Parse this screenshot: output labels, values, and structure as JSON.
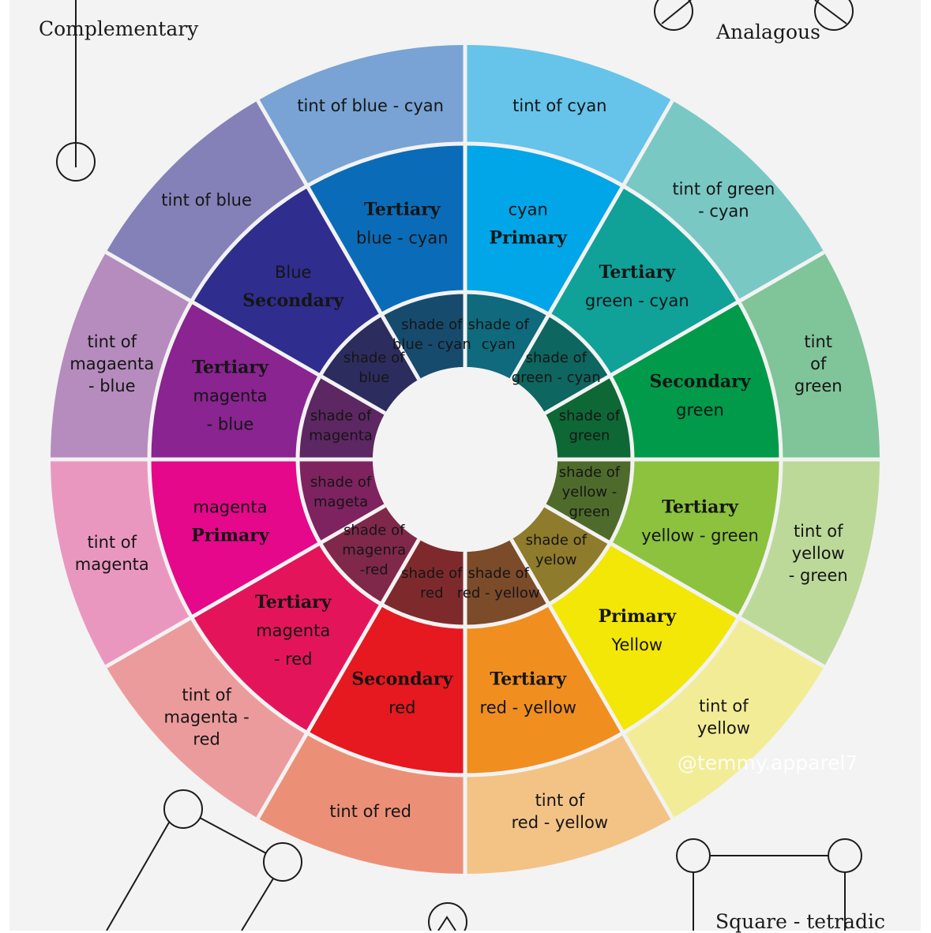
{
  "corner_labels": {
    "complementary": "Complementary",
    "analagous": "Analagous",
    "square_tetradic": "Square - tetradic"
  },
  "watermark": "@temmy.apparel7",
  "colors": {
    "background": "#f3f3f3",
    "separator": "#f2f2f2",
    "hub": "#f3f3f3",
    "line": "#1b1b1b"
  },
  "wheel": {
    "outer_ring": [
      {
        "lines": [
          "tint of cyan"
        ],
        "color": "#66c3ea"
      },
      {
        "lines": [
          "tint of green",
          "- cyan"
        ],
        "color": "#7ac8c4"
      },
      {
        "lines": [
          "tint",
          "of",
          "green"
        ],
        "color": "#80c49a"
      },
      {
        "lines": [
          "tint of",
          "yellow",
          "- green"
        ],
        "color": "#bcd99a"
      },
      {
        "lines": [
          "tint of",
          "yellow"
        ],
        "color": "#f2ec96"
      },
      {
        "lines": [
          "tint of",
          "red - yellow"
        ],
        "color": "#f3c386"
      },
      {
        "lines": [
          "tint of red"
        ],
        "color": "#eb9077"
      },
      {
        "lines": [
          "tint of",
          "magenta -",
          "red"
        ],
        "color": "#ec9b9c"
      },
      {
        "lines": [
          "tint of",
          "magenta"
        ],
        "color": "#ea97bf"
      },
      {
        "lines": [
          "tint of",
          "magaenta",
          "- blue"
        ],
        "color": "#b58cbd"
      },
      {
        "lines": [
          "tint of blue"
        ],
        "color": "#8481b9"
      },
      {
        "lines": [
          "tint of blue - cyan"
        ],
        "color": "#78a3d4"
      }
    ],
    "middle_ring": [
      {
        "lines": [
          {
            "t": "cyan"
          },
          {
            "t": "Primary",
            "serif": true
          }
        ],
        "color": "#00a6e8"
      },
      {
        "lines": [
          {
            "t": "Tertiary",
            "serif": true
          },
          {
            "t": "green - cyan"
          }
        ],
        "color": "#10a199"
      },
      {
        "lines": [
          {
            "t": "Secondary",
            "serif": true
          },
          {
            "t": "green"
          }
        ],
        "color": "#009a4a"
      },
      {
        "lines": [
          {
            "t": "Tertiary",
            "serif": true
          },
          {
            "t": "yellow - green"
          }
        ],
        "color": "#8cc23e"
      },
      {
        "lines": [
          {
            "t": "Primary",
            "serif": true
          },
          {
            "t": "Yellow"
          }
        ],
        "color": "#f2e706"
      },
      {
        "lines": [
          {
            "t": "Tertiary",
            "serif": true
          },
          {
            "t": "red - yellow"
          }
        ],
        "color": "#f08f1f"
      },
      {
        "lines": [
          {
            "t": "Secondary",
            "serif": true
          },
          {
            "t": "red"
          }
        ],
        "color": "#e5191f"
      },
      {
        "lines": [
          {
            "t": "Tertiary",
            "serif": true
          },
          {
            "t": "magenta"
          },
          {
            "t": "- red"
          }
        ],
        "color": "#e4145b"
      },
      {
        "lines": [
          {
            "t": "magenta"
          },
          {
            "t": "Primary",
            "serif": true
          }
        ],
        "color": "#e5088a"
      },
      {
        "lines": [
          {
            "t": "Tertiary",
            "serif": true
          },
          {
            "t": "magenta"
          },
          {
            "t": "- blue"
          }
        ],
        "color": "#892490"
      },
      {
        "lines": [
          {
            "t": "Blue"
          },
          {
            "t": "Secondary",
            "serif": true
          }
        ],
        "color": "#2f2d8d"
      },
      {
        "lines": [
          {
            "t": "Tertiary",
            "serif": true
          },
          {
            "t": "blue - cyan"
          }
        ],
        "color": "#0a6cb8"
      }
    ],
    "inner_ring": [
      {
        "lines": [
          "shade of",
          "cyan"
        ],
        "color": "#0e6a7c"
      },
      {
        "lines": [
          "shade of",
          "green - cyan"
        ],
        "color": "#0d6660"
      },
      {
        "lines": [
          "shade of",
          "green"
        ],
        "color": "#0d6835"
      },
      {
        "lines": [
          "shade of",
          "yellow -",
          "green"
        ],
        "color": "#4f6b2c"
      },
      {
        "lines": [
          "shade of",
          "yelow"
        ],
        "color": "#8e7b2b"
      },
      {
        "lines": [
          "shade of",
          "red - yellow"
        ],
        "color": "#7c4b2a"
      },
      {
        "lines": [
          "shade of",
          "red"
        ],
        "color": "#7e2a2c"
      },
      {
        "lines": [
          "shade of",
          "magenra",
          "-red"
        ],
        "color": "#80284a"
      },
      {
        "lines": [
          "shade of",
          "mageta"
        ],
        "color": "#7e2360"
      },
      {
        "lines": [
          "shade of",
          "magenta"
        ],
        "color": "#5c2762"
      },
      {
        "lines": [
          "shade of",
          "blue"
        ],
        "color": "#2d2c5e"
      },
      {
        "lines": [
          "shade of",
          "blue - cyan"
        ],
        "color": "#164b6e"
      }
    ]
  }
}
